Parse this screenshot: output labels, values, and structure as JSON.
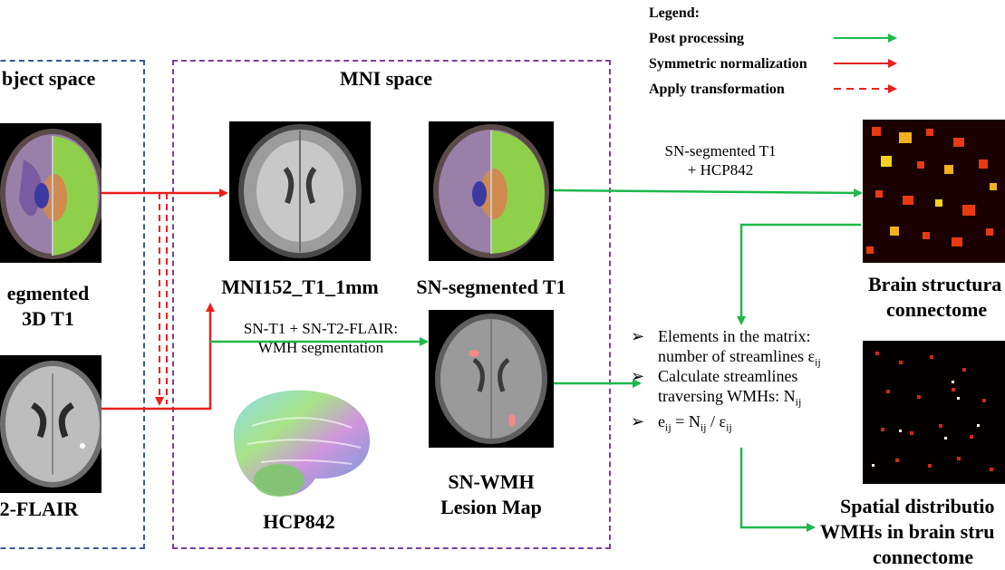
{
  "colors": {
    "green": "#1db84a",
    "red": "#e8201c",
    "subject_box": "#3a5a8f",
    "mni_box": "#7b3fa0"
  },
  "legend": {
    "title": "Legend:",
    "post_processing": "Post processing",
    "symmetric_normalization": "Symmetric normalization",
    "apply_transformation": "Apply transformation"
  },
  "subject_space": {
    "title": "bject space",
    "t1_label_line1": "egmented",
    "t1_label_line2": "3D T1",
    "flair_label": "2-FLAIR"
  },
  "mni_space": {
    "title": "MNI space",
    "mni152_label": "MNI152_T1_1mm",
    "sn_t1_label": "SN-segmented T1",
    "hcp_label": "HCP842",
    "wmh_label_line1": "SN-WMH",
    "wmh_label_line2": "Lesion Map",
    "wmh_seg_note_line1": "SN-T1 + SN-T2-FLAIR:",
    "wmh_seg_note_line2": "WMH segmentation"
  },
  "arrow_notes": {
    "sn_t1_hcp_line1": "SN-segmented T1",
    "sn_t1_hcp_line2": "+ HCP842"
  },
  "connectome": {
    "structural_line1": "Brain structura",
    "structural_line2": "connectome",
    "spatial_line1": "Spatial distributio",
    "spatial_line2": "WMHs in brain stru",
    "spatial_line3": "connectome"
  },
  "bullets": {
    "marker": "➢",
    "item1_line1": "Elements in the matrix:",
    "item1_line2": "number of streamlines ε",
    "item1_sub": "ij",
    "item2_line1": "Calculate streamlines",
    "item2_line2": "traversing WMHs: N",
    "item2_sub": "ij",
    "item3_e": "e",
    "item3_sub1": "ij",
    "item3_eq": " = N",
    "item3_sub2": "ij",
    "item3_div": " / ε",
    "item3_sub3": "ij"
  }
}
